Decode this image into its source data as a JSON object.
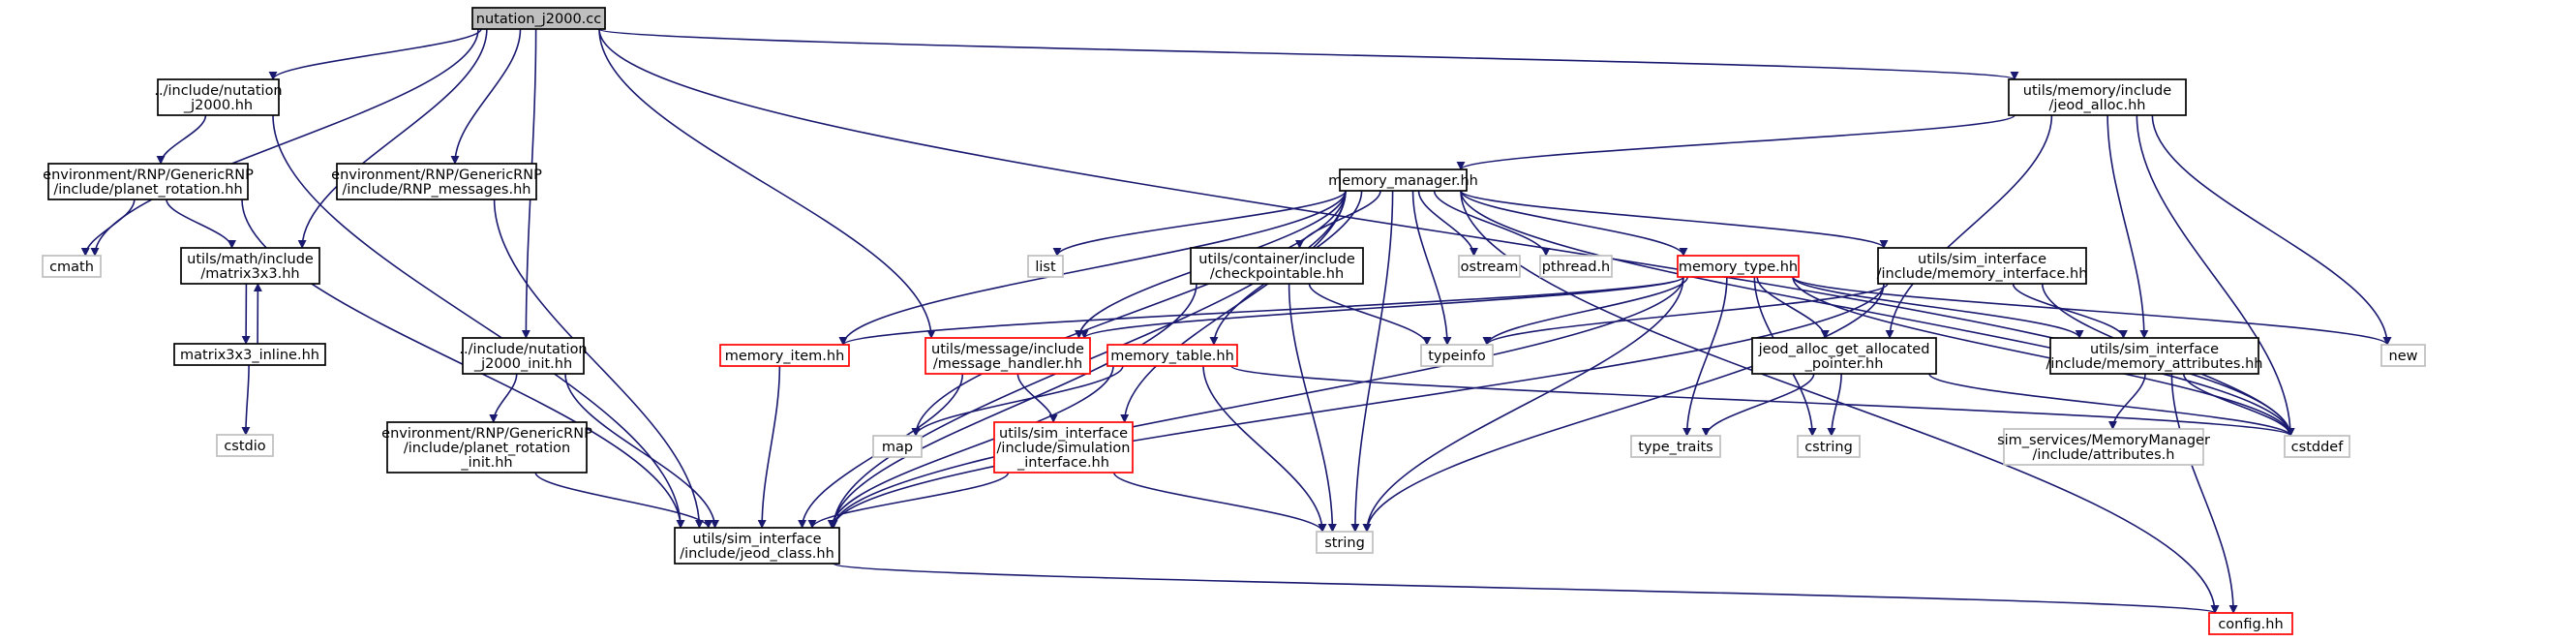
{
  "title": "nutation_j2000.cc",
  "colors": {
    "edge": "#191970",
    "box_normal": "#000000",
    "box_missing": "#bfbfbf",
    "box_highlight": "#ff0000",
    "root_fill": "#bfbfbf"
  },
  "nodes": [
    {
      "id": "root",
      "kind": "root",
      "lines": [
        "nutation_j2000.cc"
      ]
    },
    {
      "id": "nutation_j2000_hh",
      "kind": "normal",
      "lines": [
        "../include/nutation",
        "_j2000.hh"
      ]
    },
    {
      "id": "rnp_messages",
      "kind": "normal",
      "lines": [
        "environment/RNP/GenericRNP",
        "/include/RNP_messages.hh"
      ]
    },
    {
      "id": "nutation_j2000_init",
      "kind": "normal",
      "lines": [
        "../include/nutation",
        "_j2000_init.hh"
      ]
    },
    {
      "id": "jeod_alloc",
      "kind": "normal",
      "lines": [
        "utils/memory/include",
        "/jeod_alloc.hh"
      ]
    },
    {
      "id": "planet_rotation",
      "kind": "normal",
      "lines": [
        "environment/RNP/GenericRNP",
        "/include/planet_rotation.hh"
      ]
    },
    {
      "id": "cmath",
      "kind": "missing",
      "lines": [
        "cmath"
      ]
    },
    {
      "id": "matrix3x3",
      "kind": "normal",
      "lines": [
        "utils/math/include",
        "/matrix3x3.hh"
      ]
    },
    {
      "id": "matrix3x3_inline",
      "kind": "normal",
      "lines": [
        "matrix3x3_inline.hh"
      ]
    },
    {
      "id": "cstdio",
      "kind": "missing",
      "lines": [
        "cstdio"
      ]
    },
    {
      "id": "planet_rotation_init",
      "kind": "normal",
      "lines": [
        "environment/RNP/GenericRNP",
        "/include/planet_rotation",
        "_init.hh"
      ]
    },
    {
      "id": "jeod_class",
      "kind": "normal",
      "lines": [
        "utils/sim_interface",
        "/include/jeod_class.hh"
      ]
    },
    {
      "id": "memory_manager",
      "kind": "normal",
      "lines": [
        "memory_manager.hh"
      ]
    },
    {
      "id": "list",
      "kind": "missing",
      "lines": [
        "list"
      ]
    },
    {
      "id": "checkpointable",
      "kind": "normal",
      "lines": [
        "utils/container/include",
        "/checkpointable.hh"
      ]
    },
    {
      "id": "ostream",
      "kind": "missing",
      "lines": [
        "ostream"
      ]
    },
    {
      "id": "pthread",
      "kind": "missing",
      "lines": [
        "pthread.h"
      ]
    },
    {
      "id": "memory_type",
      "kind": "highlight",
      "lines": [
        "memory_type.hh"
      ]
    },
    {
      "id": "memory_interface",
      "kind": "normal",
      "lines": [
        "utils/sim_interface",
        "/include/memory_interface.hh"
      ]
    },
    {
      "id": "memory_item",
      "kind": "highlight",
      "lines": [
        "memory_item.hh"
      ]
    },
    {
      "id": "message_handler",
      "kind": "highlight",
      "lines": [
        "utils/message/include",
        "/message_handler.hh"
      ]
    },
    {
      "id": "memory_table",
      "kind": "highlight",
      "lines": [
        "memory_table.hh"
      ]
    },
    {
      "id": "typeinfo",
      "kind": "missing",
      "lines": [
        "typeinfo"
      ]
    },
    {
      "id": "map",
      "kind": "missing",
      "lines": [
        "map"
      ]
    },
    {
      "id": "simulation_interface",
      "kind": "highlight",
      "lines": [
        "utils/sim_interface",
        "/include/simulation",
        "_interface.hh"
      ]
    },
    {
      "id": "string",
      "kind": "missing",
      "lines": [
        "string"
      ]
    },
    {
      "id": "jeod_alloc_get",
      "kind": "normal",
      "lines": [
        "jeod_alloc_get_allocated",
        "_pointer.hh"
      ]
    },
    {
      "id": "type_traits",
      "kind": "missing",
      "lines": [
        "type_traits"
      ]
    },
    {
      "id": "cstring",
      "kind": "missing",
      "lines": [
        "cstring"
      ]
    },
    {
      "id": "memory_attributes",
      "kind": "normal",
      "lines": [
        "utils/sim_interface",
        "/include/memory_attributes.hh"
      ]
    },
    {
      "id": "sim_attributes",
      "kind": "missing",
      "lines": [
        "sim_services/MemoryManager",
        "/include/attributes.h"
      ]
    },
    {
      "id": "new",
      "kind": "missing",
      "lines": [
        "new"
      ]
    },
    {
      "id": "cstddef",
      "kind": "missing",
      "lines": [
        "cstddef"
      ]
    },
    {
      "id": "config",
      "kind": "highlight",
      "lines": [
        "config.hh"
      ]
    }
  ],
  "edges": [
    [
      "root",
      "nutation_j2000_hh"
    ],
    [
      "root",
      "rnp_messages"
    ],
    [
      "root",
      "nutation_j2000_init"
    ],
    [
      "root",
      "jeod_alloc"
    ],
    [
      "root",
      "cmath"
    ],
    [
      "root",
      "matrix3x3"
    ],
    [
      "root",
      "message_handler"
    ],
    [
      "root",
      "cstddef"
    ],
    [
      "nutation_j2000_hh",
      "planet_rotation"
    ],
    [
      "nutation_j2000_hh",
      "jeod_class"
    ],
    [
      "planet_rotation",
      "cmath"
    ],
    [
      "planet_rotation",
      "matrix3x3"
    ],
    [
      "planet_rotation",
      "jeod_class"
    ],
    [
      "matrix3x3",
      "matrix3x3_inline"
    ],
    [
      "matrix3x3_inline",
      "matrix3x3"
    ],
    [
      "matrix3x3_inline",
      "cstdio"
    ],
    [
      "rnp_messages",
      "jeod_class"
    ],
    [
      "nutation_j2000_init",
      "planet_rotation_init"
    ],
    [
      "nutation_j2000_init",
      "jeod_class"
    ],
    [
      "planet_rotation_init",
      "jeod_class"
    ],
    [
      "jeod_alloc",
      "memory_manager"
    ],
    [
      "jeod_alloc",
      "jeod_alloc_get"
    ],
    [
      "jeod_alloc",
      "memory_attributes"
    ],
    [
      "jeod_alloc",
      "new"
    ],
    [
      "jeod_alloc",
      "cstddef"
    ],
    [
      "memory_manager",
      "list"
    ],
    [
      "memory_manager",
      "checkpointable"
    ],
    [
      "memory_manager",
      "ostream"
    ],
    [
      "memory_manager",
      "pthread"
    ],
    [
      "memory_manager",
      "memory_type"
    ],
    [
      "memory_manager",
      "memory_interface"
    ],
    [
      "memory_manager",
      "memory_item"
    ],
    [
      "memory_manager",
      "message_handler"
    ],
    [
      "memory_manager",
      "memory_table"
    ],
    [
      "memory_manager",
      "typeinfo"
    ],
    [
      "memory_manager",
      "map"
    ],
    [
      "memory_manager",
      "simulation_interface"
    ],
    [
      "memory_manager",
      "string"
    ],
    [
      "memory_manager",
      "jeod_class"
    ],
    [
      "memory_manager",
      "cstddef"
    ],
    [
      "memory_manager",
      "config"
    ],
    [
      "checkpointable",
      "typeinfo"
    ],
    [
      "checkpointable",
      "string"
    ],
    [
      "checkpointable",
      "jeod_class"
    ],
    [
      "memory_type",
      "memory_item"
    ],
    [
      "memory_type",
      "message_handler"
    ],
    [
      "memory_type",
      "typeinfo"
    ],
    [
      "memory_type",
      "jeod_alloc_get"
    ],
    [
      "memory_type",
      "memory_attributes"
    ],
    [
      "memory_type",
      "type_traits"
    ],
    [
      "memory_type",
      "cstring"
    ],
    [
      "memory_type",
      "string"
    ],
    [
      "memory_type",
      "new"
    ],
    [
      "memory_type",
      "cstddef"
    ],
    [
      "memory_type",
      "jeod_class"
    ],
    [
      "memory_interface",
      "typeinfo"
    ],
    [
      "memory_interface",
      "memory_attributes"
    ],
    [
      "memory_interface",
      "cstddef"
    ],
    [
      "memory_interface",
      "string"
    ],
    [
      "memory_interface",
      "jeod_class"
    ],
    [
      "memory_item",
      "jeod_class"
    ],
    [
      "message_handler",
      "simulation_interface"
    ],
    [
      "message_handler",
      "jeod_class"
    ],
    [
      "memory_table",
      "map"
    ],
    [
      "memory_table",
      "string"
    ],
    [
      "memory_table",
      "jeod_class"
    ],
    [
      "memory_table",
      "cstddef"
    ],
    [
      "simulation_interface",
      "string"
    ],
    [
      "simulation_interface",
      "jeod_class"
    ],
    [
      "jeod_alloc_get",
      "type_traits"
    ],
    [
      "jeod_alloc_get",
      "cstring"
    ],
    [
      "jeod_alloc_get",
      "cstddef"
    ],
    [
      "memory_attributes",
      "sim_attributes"
    ],
    [
      "memory_attributes",
      "cstddef"
    ],
    [
      "memory_attributes",
      "config"
    ],
    [
      "jeod_class",
      "config"
    ]
  ]
}
